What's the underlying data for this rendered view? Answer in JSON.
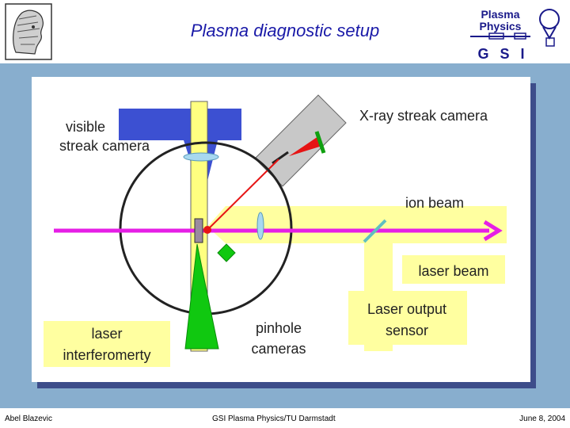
{
  "slide": {
    "title": "Plasma diagnostic setup",
    "logo_text_line1": "Plasma",
    "logo_text_line2": "Physics",
    "logo_text_gsi": "GSI"
  },
  "labels": {
    "visible_camera": [
      "visible",
      "streak camera"
    ],
    "xray_camera": "X-ray streak camera",
    "ion_beam": "ion beam",
    "laser_beam": "laser beam",
    "interferometry": [
      "laser",
      "interferomerty"
    ],
    "pinhole": [
      "pinhole",
      "cameras"
    ],
    "sensor": [
      "Laser output",
      "sensor"
    ]
  },
  "footer": {
    "author": "Abel Blazevic",
    "institution": "GSI Plasma Physics/TU Darmstadt",
    "date": "June 8, 2004"
  },
  "colors": {
    "title": "#1a1aa8",
    "background": "#88aece",
    "panel": "#ffffff",
    "shadow": "#3d4d8a",
    "yellow_beam": "#ffffa0",
    "magenta": "#e61ee6",
    "green": "#10c810",
    "blue_camera": "#3c50d2",
    "red": "#e61414"
  }
}
